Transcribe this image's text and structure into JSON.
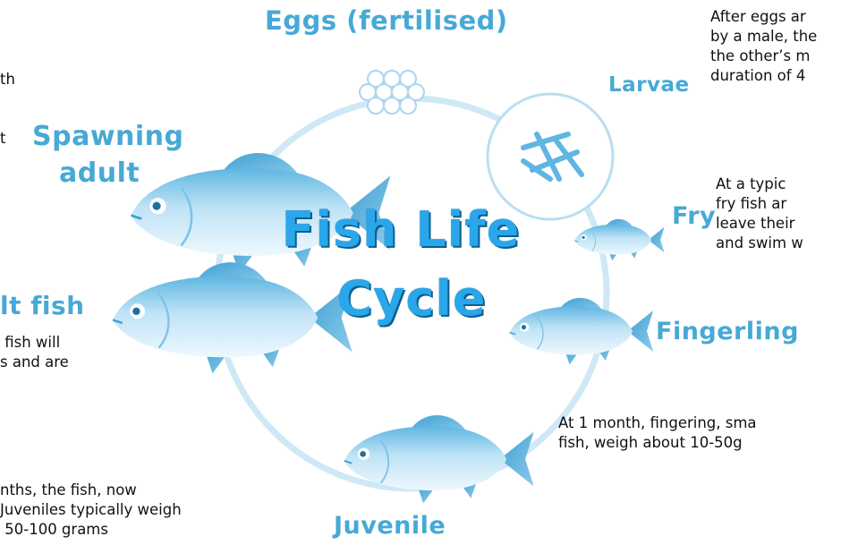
{
  "title": {
    "line1": "Fish Life",
    "line2": "Cycle"
  },
  "stages": {
    "eggs": "Eggs (fertilised)",
    "larvae": "Larvae",
    "fry": "Fry",
    "fingerling": "Fingerling",
    "juvenile": "Juvenile",
    "adult_fish": "lt fish",
    "spawning_line1": "Spawning",
    "spawning_line2": "adult"
  },
  "notes": {
    "eggs_note": "After eggs ar\nby a male, the\nthe other’s m\nduration of 4",
    "fry_note": "At a typic\nfry fish ar\nleave their\nand swim w",
    "fingerling_note": "At 1 month, fingering, sma\nfish, weigh about 10-50g",
    "juvenile_note": "nths, the fish, now\nJuveniles typically weigh\n 50-100 grams",
    "adult_note": " fish will\ns and are",
    "spawning_note": "th\n\n\nt"
  },
  "colors": {
    "accent": "#47a9d5",
    "circle": "#cfe8f6",
    "fish_light": "#dff1fb",
    "fish_dark": "#3b9fd4"
  }
}
